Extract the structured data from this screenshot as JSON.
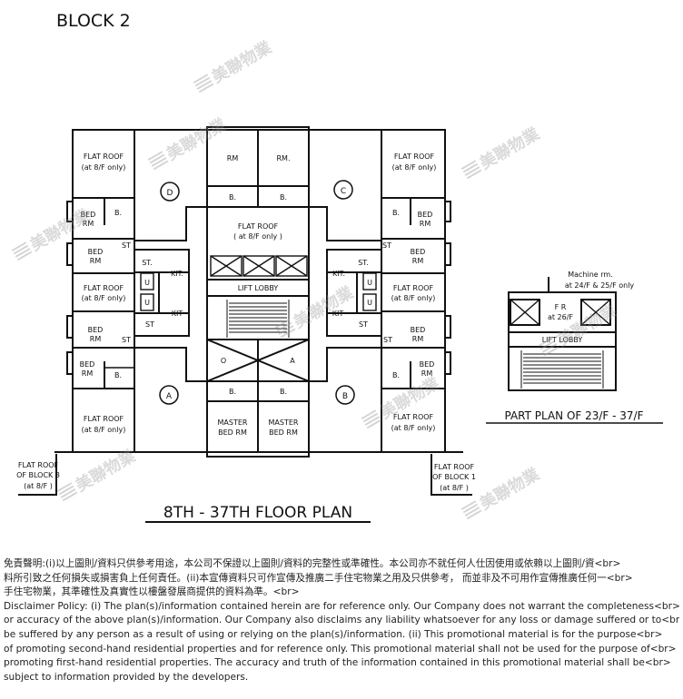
{
  "block_title": "BLOCK  2",
  "plan_title": "8TH - 37TH FLOOR PLAN",
  "part_plan_title": "PART PLAN OF 23/F - 37/F",
  "rooms": {
    "flat_roof_nw_1": "FLAT ROOF",
    "flat_roof_nw_2": "(at 8/F only)",
    "flat_roof_ne_1": "FLAT ROOF",
    "flat_roof_ne_2": "(at 8/F only)",
    "flat_roof_sw_1": "FLAT ROOF",
    "flat_roof_sw_2": "(at 8/F only)",
    "flat_roof_se_1": "FLAT ROOF",
    "flat_roof_se_2": "(at 8/F only)",
    "flat_roof_center_1": "FLAT   ROOF",
    "flat_roof_center_2": "( at 8/F only )",
    "flat_roof_w_1": "FLAT   ROOF",
    "flat_roof_w_2": "(at 8/F only)",
    "flat_roof_e_1": "FLAT   ROOF",
    "flat_roof_e_2": "(at 8/F only)",
    "rm_left": "RM",
    "rm_right": "RM.",
    "b": "B.",
    "bed_rm_1": "BED",
    "bed_rm_2": "RM",
    "st": "ST",
    "st_dot": "ST.",
    "kit": "KIT.",
    "kit_plain": "KIT",
    "u": "U",
    "lift_lobby": "LIFT   LOBBY",
    "o": "O",
    "a": "A",
    "master_1": "MASTER",
    "master_2": "BED RM",
    "flat_d": "D",
    "flat_c": "C",
    "flat_a": "A",
    "flat_b": "B",
    "fr_block3_1": "FLAT ROOF",
    "fr_block3_2": "OF BLOCK 3",
    "fr_block3_3": "(at 8/F )",
    "fr_block1_1": "FLAT ROOF",
    "fr_block1_2": "OF BLOCK 1",
    "fr_block1_3": "(at 8/F )",
    "machine_1": "Machine rm.",
    "machine_2": "at 24/F & 25/F only",
    "fr_part_1": "F R",
    "fr_part_2": "at 26/F",
    "part_lift_lobby": "LIFT  LOBBY"
  },
  "watermark": "美聯物業",
  "disclaimer": [
    "免責聲明:(i)以上圖則/資料只供參考用途，本公司不保證以上圖則/資料的完整性或準確性。本公司亦不就任何人仕因使用或依賴以上圖則/資<br>",
    "料所引致之任何損失或損害負上任何責任。(ii)本宣傳資料只可作宣傳及推廣二手住宅物業之用及只供參考， 而並非及不可用作宣傳推廣任何一<br>",
    "手住宅物業，其準確性及真實性以樓盤發展商提供的資料為準。<br>",
    "Disclaimer Policy: (i) The plan(s)/information contained herein are for reference only. Our Company does not warrant the completeness<br>",
    "or accuracy of the above plan(s)/information. Our Company also disclaims any liability whatsoever for any loss or damage suffered or to<br>",
    "be suffered by any person as a result of using or relying on the plan(s)/information. (ii) This promotional material is for the purpose<br>",
    "of promoting second-hand residential properties and for reference only. This promotional material shall not be used for the purpose of<br>",
    "promoting first-hand residential properties. The accuracy and truth of the information contained in this promotional material shall be<br>",
    "subject to information provided by the developers."
  ]
}
